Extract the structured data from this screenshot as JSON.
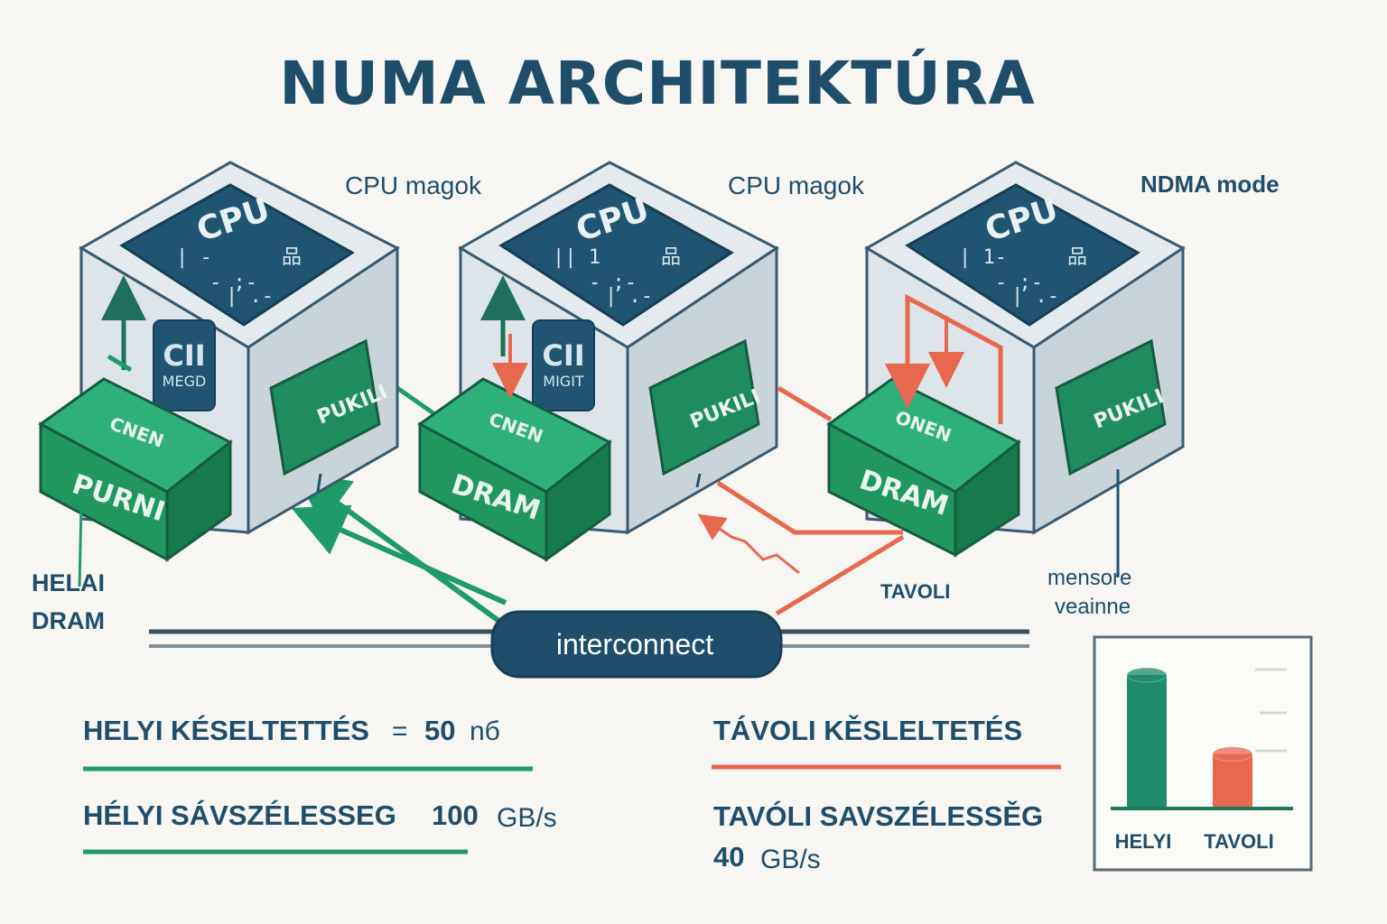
{
  "title": "NUMA ARCHITEKTÚRA",
  "nodes": [
    {
      "top_label": "CPU magok",
      "cpu_label": "CPU",
      "core_glyphs": [
        "|  -",
        "- ;-",
        "| .-",
        "品"
      ],
      "ci_label": "CII",
      "ci_sub": "MEGD",
      "side_label": "PUKILI",
      "module_top": "CNEN",
      "module_main": "PURNI"
    },
    {
      "top_label": "CPU magok",
      "cpu_label": "CPU",
      "core_glyphs": [
        "|| 1",
        "- ;-",
        "| .-",
        "品"
      ],
      "ci_label": "CII",
      "ci_sub": "MIGIT",
      "side_label": "PUKILI",
      "module_top": "CNEN",
      "module_main": "DRAM"
    },
    {
      "top_label": "NDMA mode",
      "cpu_label": "CPU",
      "core_glyphs": [
        "| 1-",
        "- ;-",
        "| .-",
        "品"
      ],
      "side_label": "PUKILI",
      "module_top": "ONEN",
      "module_main": "DRAM"
    }
  ],
  "labels": {
    "local_dram_line1": "HELAI",
    "local_dram_line2": "DRAM",
    "remote": "TAVOLI",
    "memory_line1": "mensore",
    "memory_line2": "veainne",
    "interconnect": "interconnect"
  },
  "stats": {
    "local_latency_label": "HELYI KÉSELTETTÉS",
    "local_latency_eq": "=",
    "local_latency_value": "50",
    "local_latency_unit": "nб",
    "local_bandwidth_label": "HÉLYI SÁVSZÉLESSEG",
    "local_bandwidth_value": "100",
    "local_bandwidth_unit": "GB/s",
    "remote_latency_label": "TÁVOLI KĚSLELTETÉS",
    "remote_bandwidth_label": "TAVÓLI SAVSZÉLESSĚG",
    "remote_bandwidth_value": "40",
    "remote_bandwidth_unit": "GB/s"
  },
  "colors": {
    "local": "#1f9a6a",
    "remote": "#e8674f",
    "navy": "#1f4e6b"
  },
  "chart_data": {
    "type": "bar",
    "categories": [
      "HELYI",
      "TAVOLI"
    ],
    "values": [
      100,
      40
    ],
    "colors": [
      "#1f8c6e",
      "#e8674f"
    ],
    "title": "",
    "xlabel": "",
    "ylabel": ""
  }
}
